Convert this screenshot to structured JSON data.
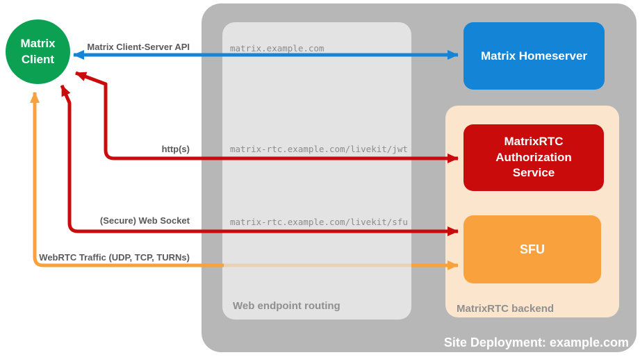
{
  "site": {
    "title": "Site Deployment: example.com"
  },
  "client": {
    "label": "Matrix\nClient"
  },
  "homeserver": {
    "label": "Matrix Homeserver"
  },
  "auth_service": {
    "label": "MatrixRTC\nAuthorization\nService"
  },
  "sfu": {
    "label": "SFU"
  },
  "routing": {
    "label": "Web endpoint routing",
    "endpoints": [
      "matrix.example.com",
      "matrix-rtc.example.com/livekit/jwt",
      "matrix-rtc.example.com/livekit/sfu"
    ]
  },
  "backend": {
    "label": "MatrixRTC backend"
  },
  "connections": [
    {
      "label": "Matrix Client-Server API",
      "color": "#1484d7",
      "from": "Matrix Client",
      "to": "Matrix Homeserver"
    },
    {
      "label": "http(s)",
      "color": "#c90b0b",
      "from": "Matrix Client",
      "to": "MatrixRTC Authorization Service"
    },
    {
      "label": "(Secure) Web Socket",
      "color": "#c90b0b",
      "from": "Matrix Client",
      "to": "SFU"
    },
    {
      "label": "WebRTC Traffic (UDP, TCP, TURNs)",
      "color": "#f9a13c",
      "from": "Matrix Client",
      "to": "SFU"
    }
  ],
  "colors": {
    "client_green": "#0ca152",
    "homeserver_blue": "#1484d7",
    "auth_red": "#c90b0b",
    "sfu_orange": "#f9a13c",
    "backend_peach": "#fce5cd",
    "site_gray": "#b7b7b7",
    "routing_gray": "#e3e3e3"
  }
}
